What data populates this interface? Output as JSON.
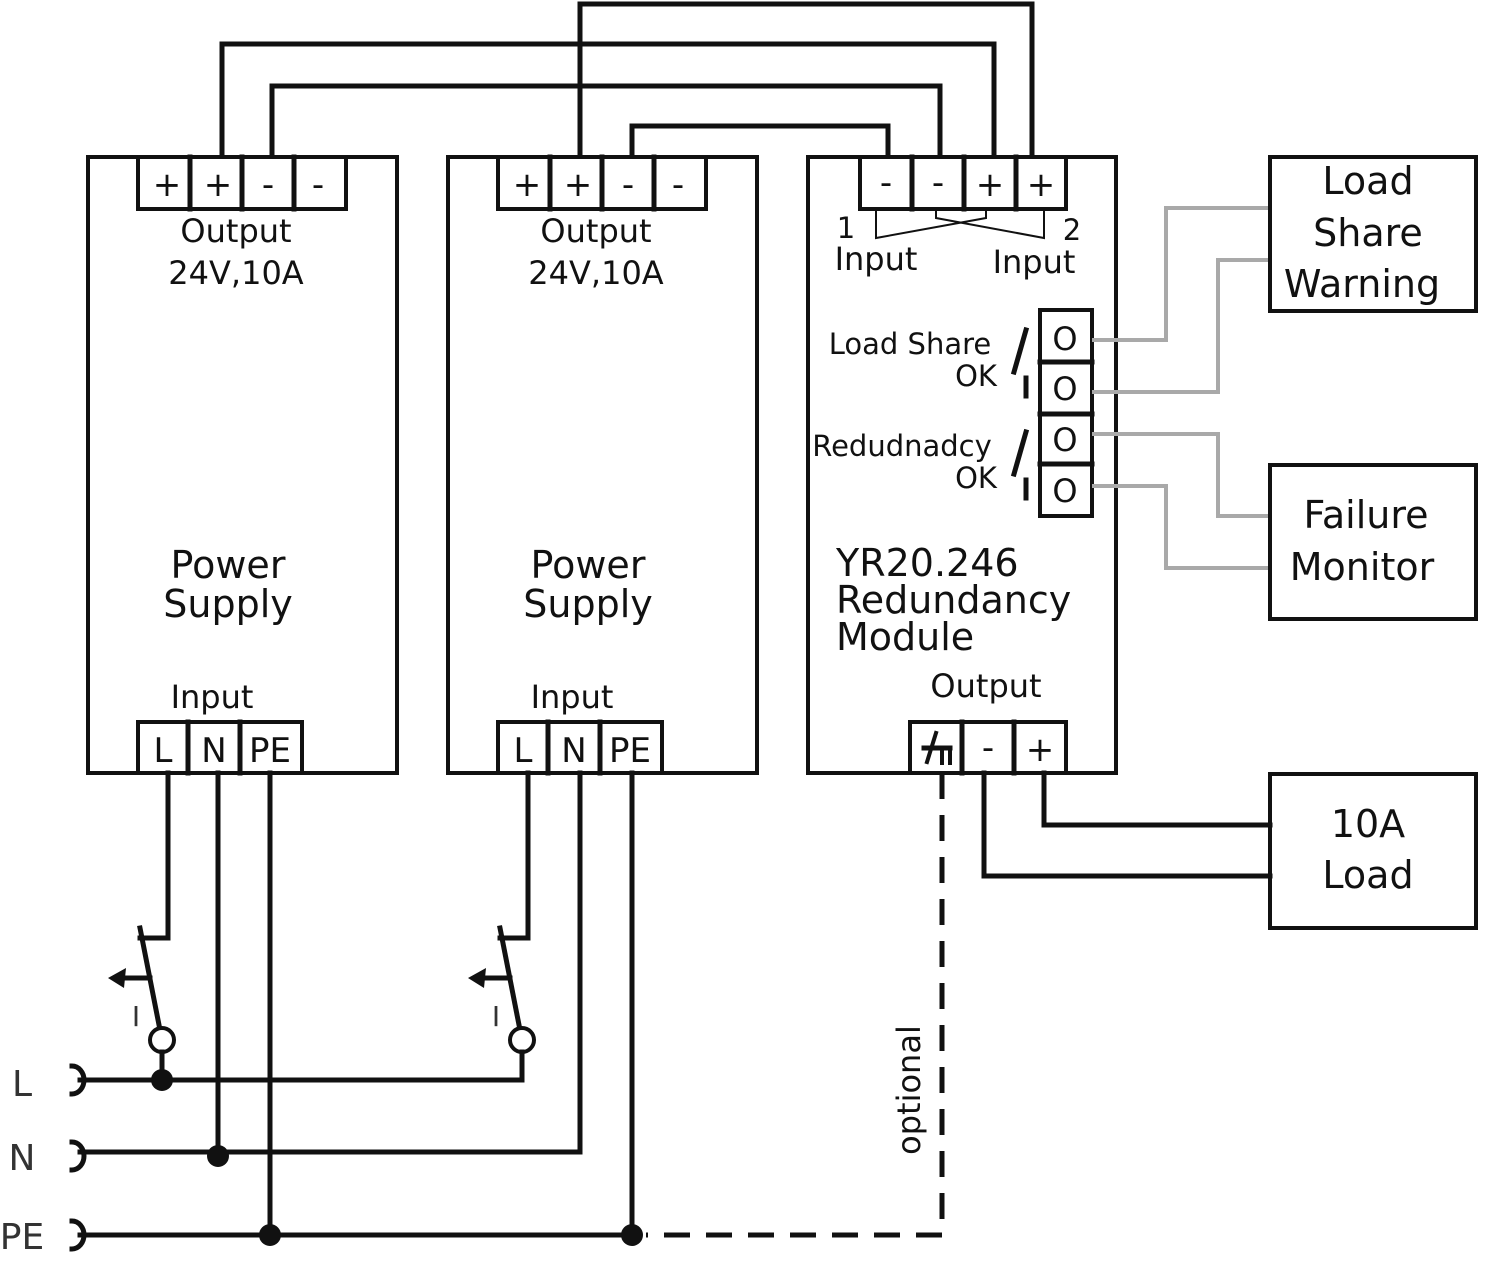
{
  "psu1": {
    "terminals_out": [
      "+",
      "+",
      "-",
      "-"
    ],
    "output_label": "Output",
    "output_rating": "24V,10A",
    "title_line1": "Power",
    "title_line2": "Supply",
    "input_label": "Input",
    "terminals_in": [
      "L",
      "N",
      "PE"
    ]
  },
  "psu2": {
    "terminals_out": [
      "+",
      "+",
      "-",
      "-"
    ],
    "output_label": "Output",
    "output_rating": "24V,10A",
    "title_line1": "Power",
    "title_line2": "Supply",
    "input_label": "Input",
    "terminals_in": [
      "L",
      "N",
      "PE"
    ]
  },
  "module": {
    "terminals_in": [
      "-",
      "-",
      "+",
      "+"
    ],
    "input1_num": "1",
    "input1_label": "Input",
    "input2_num": "2",
    "input2_label": "Input",
    "relay1_line1": "Load Share",
    "relay1_line2": "OK",
    "relay2_line1": "Redudnadcy",
    "relay2_line2": "OK",
    "relay_contacts": [
      "O",
      "O",
      "O",
      "O"
    ],
    "title_line1": "YR20.246",
    "title_line2": "Redundancy",
    "title_line3": "Module",
    "output_label": "Output",
    "terminals_out": [
      "-",
      "+"
    ],
    "ground_icon": "chassis-ground-icon"
  },
  "load_share_warning": {
    "line1": "Load",
    "line2": "Share",
    "line3": "Warning"
  },
  "failure_monitor": {
    "line1": "Failure",
    "line2": "Monitor"
  },
  "load": {
    "line1": "10A",
    "line2": "Load"
  },
  "breaker1_label": "I",
  "breaker2_label": "I",
  "mains": {
    "l": "L",
    "n": "N",
    "pe": "PE"
  },
  "optional_label": "optional"
}
